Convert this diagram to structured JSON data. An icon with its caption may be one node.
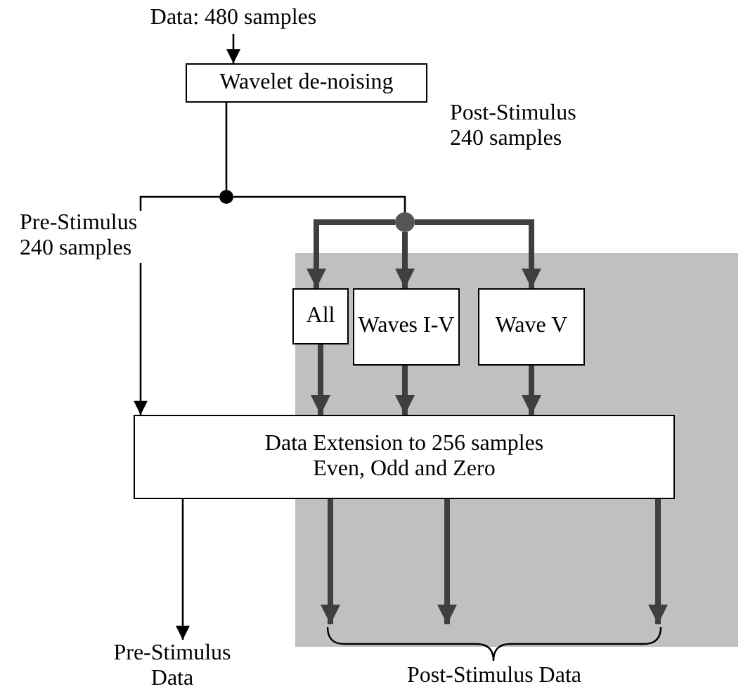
{
  "diagram": {
    "nodes": [
      {
        "text": [
          "Data: 480 samples"
        ]
      },
      {
        "text": [
          "Wavelet de-noising"
        ]
      },
      {
        "text": [],
        "shape": "circle"
      },
      {
        "text": [],
        "shape": "circle"
      },
      {
        "text": [
          "All"
        ]
      },
      {
        "text": [
          "Waves I-V"
        ]
      },
      {
        "text": [
          "Wave V"
        ]
      },
      {
        "text": [
          "Data Extension to 256 samples",
          "Even, Odd and Zero"
        ]
      },
      {
        "text": [
          "Pre-Stimulus Data"
        ]
      },
      {
        "text": [
          "Post-Stimulus Data"
        ]
      }
    ],
    "edges": [
      {
        "from": 0,
        "to": 1,
        "arrow": "to",
        "color": "#000000"
      },
      {
        "from": 1,
        "to": 2,
        "arrow": "none",
        "color": "#000000"
      },
      {
        "from": 2,
        "to": 7,
        "arrow": "to",
        "label": "Pre-Stimulus 240 samples",
        "color": "#000000"
      },
      {
        "from": 2,
        "to": 3,
        "arrow": "none",
        "label": "Post-Stimulus 240 samples",
        "color": "#000000"
      },
      {
        "from": 3,
        "to": 4,
        "arrow": "to"
      },
      {
        "from": 3,
        "to": 5,
        "arrow": "to"
      },
      {
        "from": 3,
        "to": 6,
        "arrow": "to"
      },
      {
        "from": 4,
        "to": 7,
        "arrow": "to"
      },
      {
        "from": 5,
        "to": 7,
        "arrow": "to"
      },
      {
        "from": 6,
        "to": 7,
        "arrow": "to"
      },
      {
        "from": 7,
        "to": 8,
        "arrow": "to",
        "color": "#000000"
      },
      {
        "from": 7,
        "to": 9,
        "arrow": "to"
      },
      {
        "from": 7,
        "to": 9,
        "arrow": "to"
      },
      {
        "from": 7,
        "to": 9,
        "arrow": "to"
      }
    ]
  }
}
